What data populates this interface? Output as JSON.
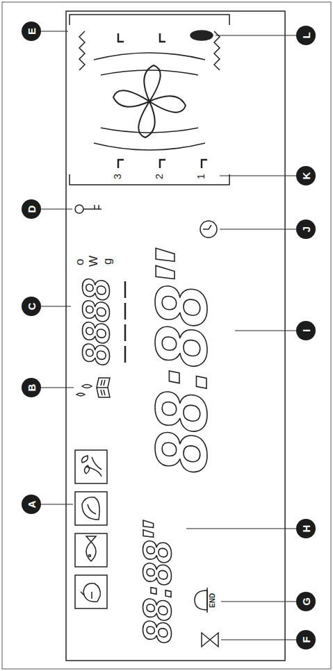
{
  "diagram": {
    "nodes": [
      {
        "text": [
          "A"
        ]
      },
      {
        "text": [
          "B"
        ]
      },
      {
        "text": [
          "C"
        ]
      },
      {
        "text": [
          "D"
        ]
      },
      {
        "text": [
          "E"
        ]
      },
      {
        "text": [
          "F"
        ]
      },
      {
        "text": [
          "G"
        ]
      },
      {
        "text": [
          "H"
        ]
      },
      {
        "text": [
          "I"
        ]
      },
      {
        "text": [
          "J"
        ]
      },
      {
        "text": [
          "K"
        ]
      },
      {
        "text": [
          "L"
        ]
      }
    ],
    "labels": [
      "8888",
      "o",
      "W",
      "g",
      "3",
      "2",
      "1",
      "88:88″",
      "END",
      "88:88″"
    ]
  }
}
